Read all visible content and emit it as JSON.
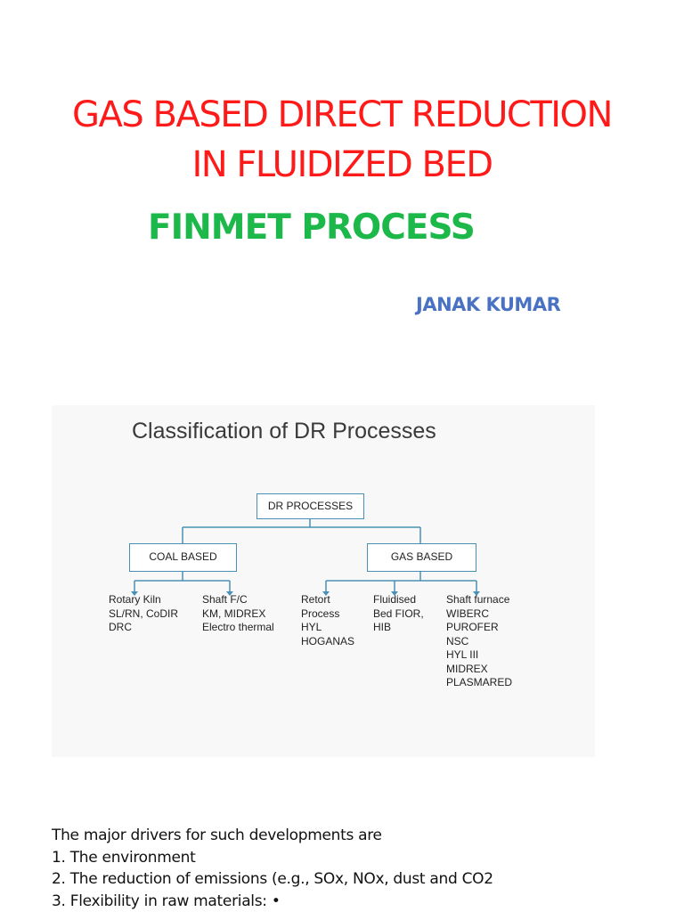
{
  "title": {
    "line1": "GAS BASED DIRECT REDUCTION",
    "line2": "IN FLUIDIZED BED"
  },
  "subtitle": "FINMET PROCESS",
  "author": "JANAK KUMAR",
  "figure": {
    "title": "Classification of DR Processes",
    "root": "DR PROCESSES",
    "coal": "COAL BASED",
    "gas": "GAS BASED",
    "coal_children": [
      [
        "Rotary Kiln",
        "SL/RN, CoDIR",
        "DRC"
      ],
      [
        "Shaft F/C",
        "KM, MIDREX",
        "Electro thermal"
      ]
    ],
    "gas_children": [
      [
        "Retort",
        "Process",
        "HYL",
        "HOGANAS"
      ],
      [
        "Fluidised",
        "Bed FIOR,",
        "HIB"
      ],
      [
        "Shaft furnace",
        "WIBERC",
        "PUROFER",
        "NSC",
        "HYL III",
        "MIDREX",
        "PLASMARED"
      ]
    ],
    "colors": {
      "line": "#4a8fb4",
      "box_border": "#4a8fb4"
    }
  },
  "drivers": {
    "intro": "The major drivers for such developments are",
    "items": [
      "1.  The environment",
      "2. The reduction of emissions (e.g., SOx, NOx, dust and CO2",
      "3.   Flexibility in raw materials: •"
    ]
  },
  "colors": {
    "title": "#ff1a1a",
    "subtitle": "#1db84a",
    "author": "#4a72c4"
  }
}
